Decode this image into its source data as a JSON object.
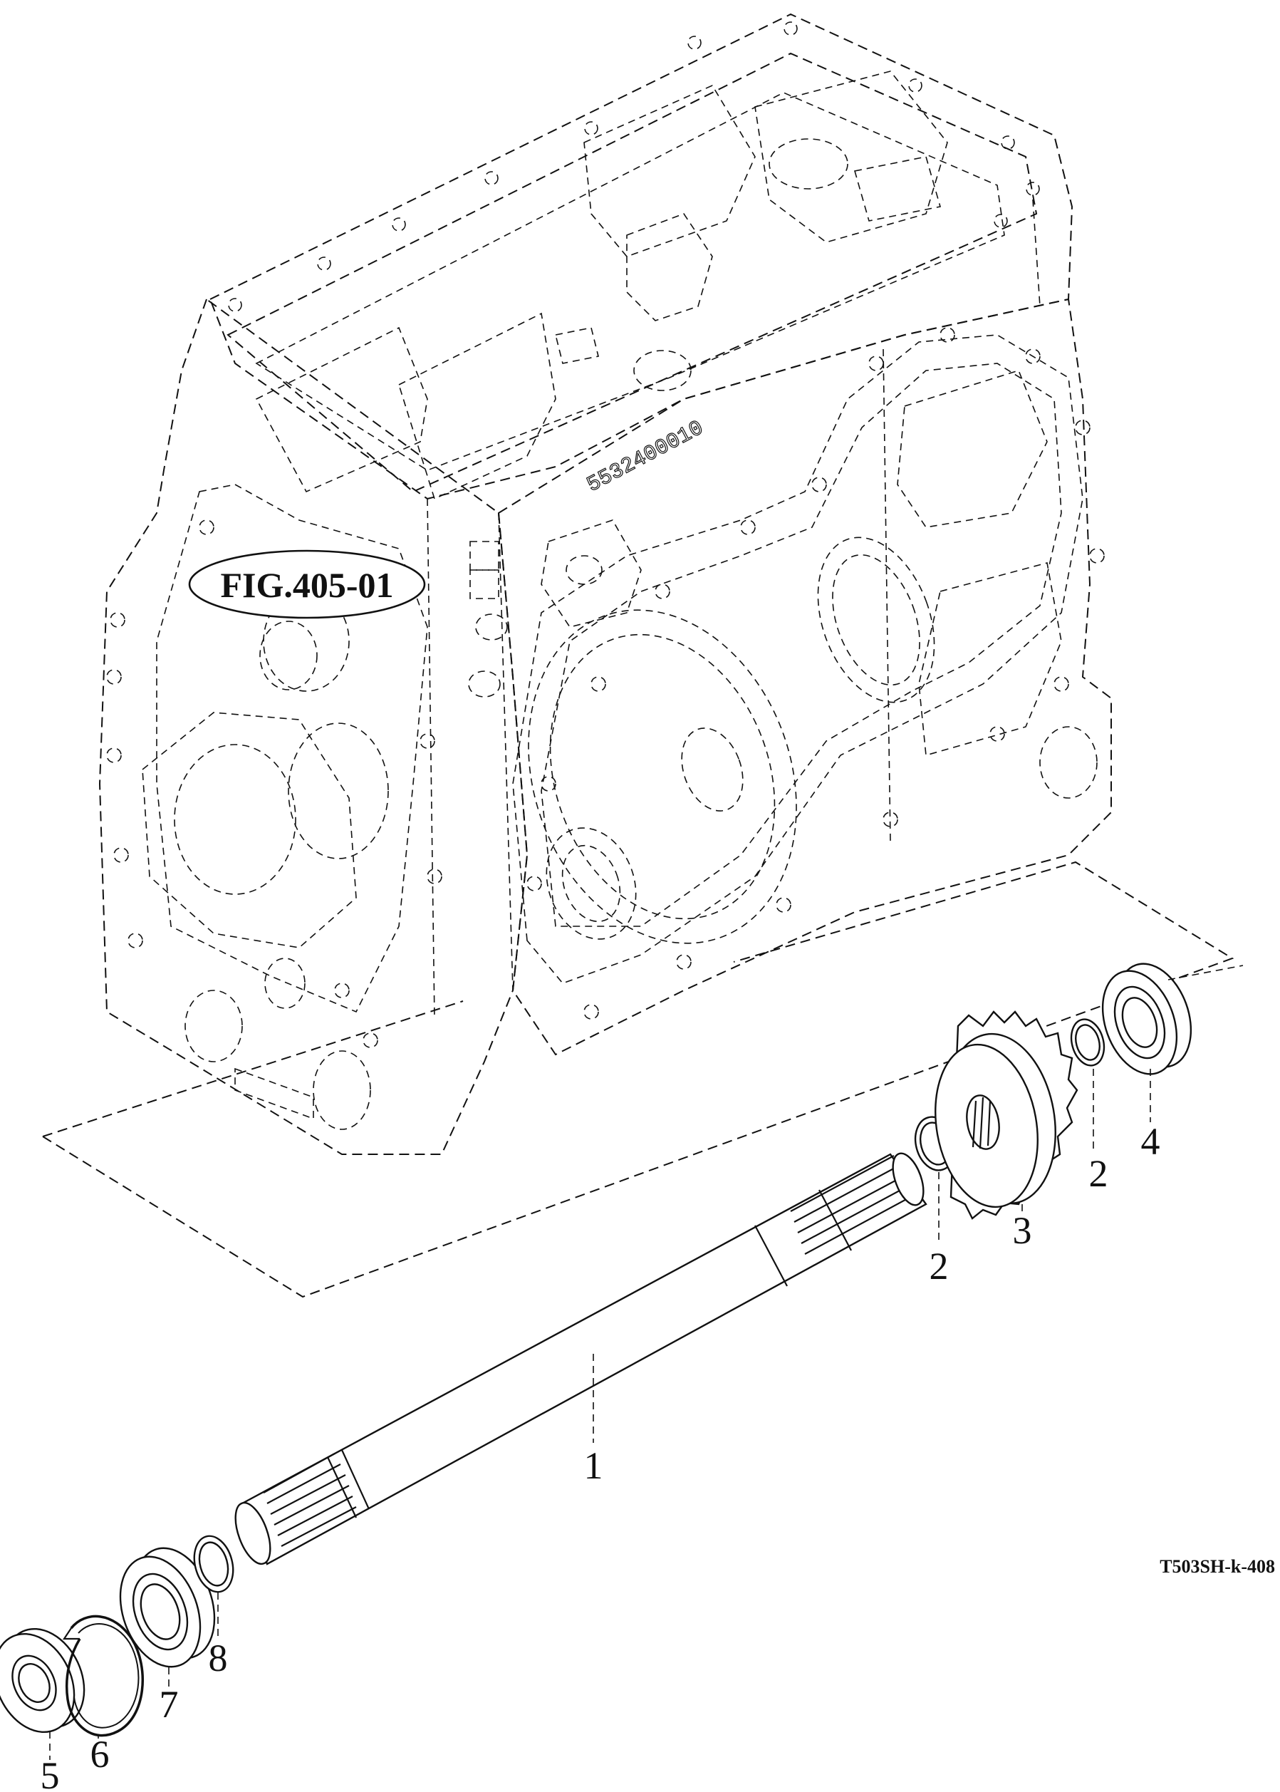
{
  "figure_reference": "FIG.405-01",
  "drawing_code": "T503SH-k-408",
  "housing_part_number": "5532400010",
  "callouts": [
    {
      "id": "c1",
      "label": "1"
    },
    {
      "id": "c2a",
      "label": "2"
    },
    {
      "id": "c2b",
      "label": "2"
    },
    {
      "id": "c3",
      "label": "3"
    },
    {
      "id": "c4",
      "label": "4"
    },
    {
      "id": "c5",
      "label": "5"
    },
    {
      "id": "c6",
      "label": "6"
    },
    {
      "id": "c7",
      "label": "7"
    },
    {
      "id": "c8",
      "label": "8"
    }
  ]
}
